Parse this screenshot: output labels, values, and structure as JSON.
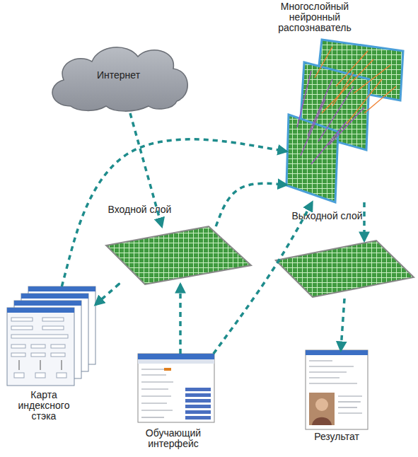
{
  "diagram": {
    "nodes": [
      {
        "text": [
          "Многослойный нейронный распознаватель"
        ]
      },
      {
        "text": [
          "Интернет"
        ]
      },
      {
        "text": [
          "Входной слой"
        ]
      },
      {
        "text": [
          "Выходной слой"
        ]
      },
      {
        "text": [
          "Карта индексного стэка"
        ]
      },
      {
        "text": [
          "Обучающий интерфейс"
        ]
      },
      {
        "text": [
          "Результат"
        ]
      }
    ],
    "edges": [
      {
        "from": 1,
        "to": 2,
        "arrow": "to"
      },
      {
        "from": 2,
        "to": 4,
        "arrow": "to"
      },
      {
        "from": 4,
        "to": 0,
        "arrow": "to"
      },
      {
        "from": 2,
        "to": 0,
        "arrow": "to"
      },
      {
        "from": 5,
        "to": 2,
        "arrow": "to"
      },
      {
        "from": 5,
        "to": 0,
        "arrow": "to"
      },
      {
        "from": 0,
        "to": 3,
        "arrow": "to"
      },
      {
        "from": 3,
        "to": 6,
        "arrow": "to"
      }
    ]
  }
}
